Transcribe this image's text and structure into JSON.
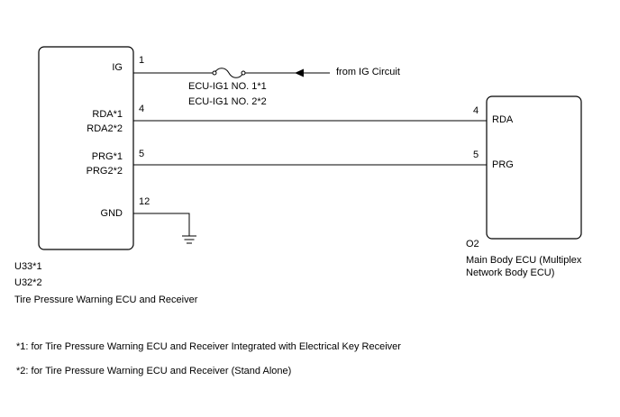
{
  "left_ecu": {
    "pins": {
      "ig_label": "IG",
      "ig_num": "1",
      "rda_label1": "RDA*1",
      "rda_label2": "RDA2*2",
      "rda_num": "4",
      "prg_label1": "PRG*1",
      "prg_label2": "PRG2*2",
      "prg_num": "5",
      "gnd_label": "GND",
      "gnd_num": "12"
    },
    "code1": "U33*1",
    "code2": "U32*2",
    "name": "Tire Pressure Warning ECU and Receiver"
  },
  "fuse": {
    "label1": "ECU-IG1 NO. 1*1",
    "label2": "ECU-IG1 NO. 2*2"
  },
  "ig_source": "from IG Circuit",
  "right_ecu": {
    "pins": {
      "rda_label": "RDA",
      "rda_num": "4",
      "prg_label": "PRG",
      "prg_num": "5"
    },
    "code": "O2",
    "name_line1": "Main Body ECU (Multiplex",
    "name_line2": "Network Body ECU)"
  },
  "notes": {
    "note1": "*1: for Tire Pressure Warning ECU and Receiver Integrated with Electrical Key Receiver",
    "note2": "*2: for Tire Pressure Warning ECU and Receiver (Stand Alone)"
  }
}
